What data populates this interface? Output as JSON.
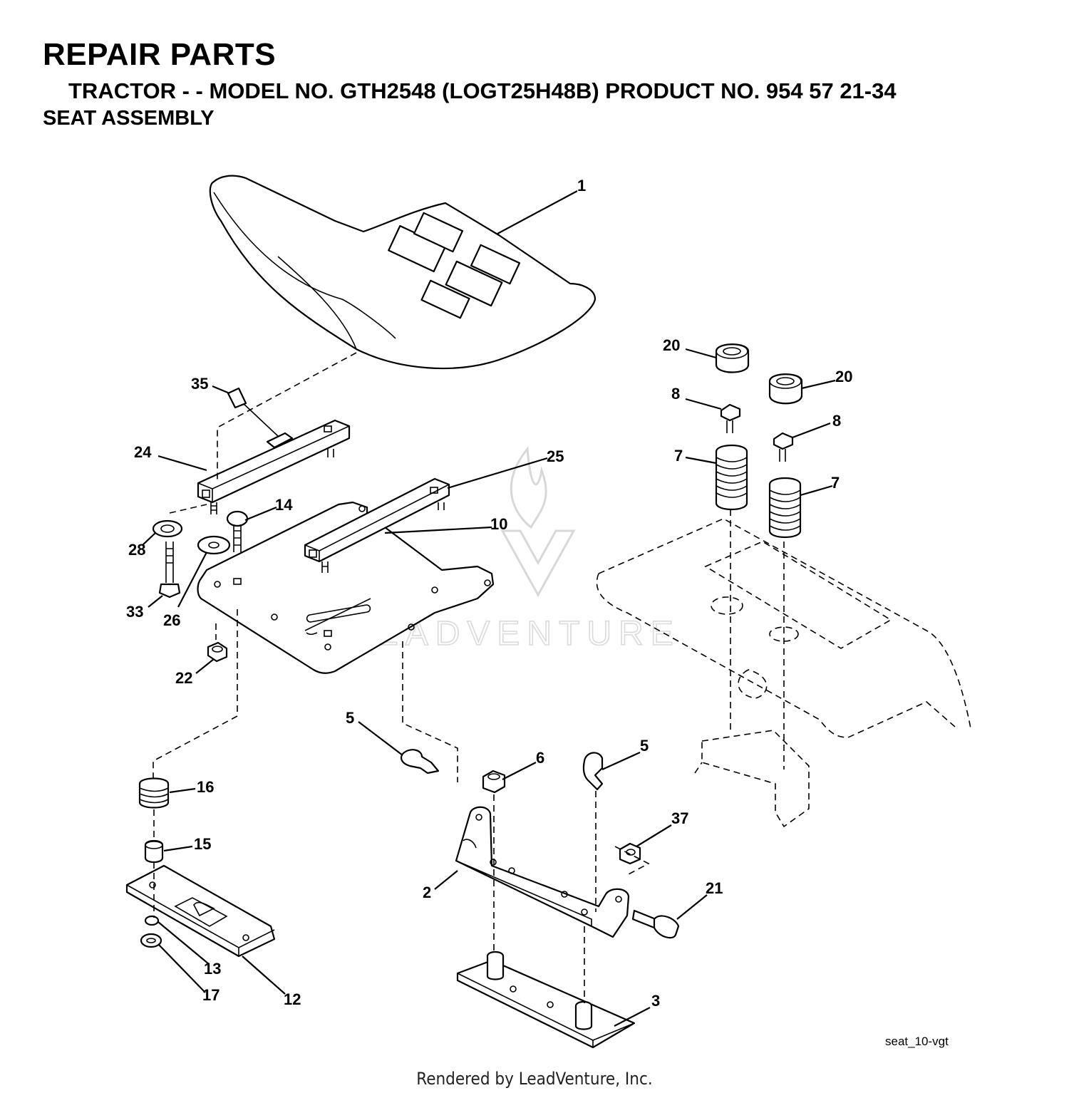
{
  "header": {
    "title": "REPAIR PARTS",
    "subtitle": "TRACTOR - - MODEL NO. GTH2548 (LOGT25H48B) PRODUCT NO. 954 57 21-34",
    "section": "SEAT ASSEMBLY"
  },
  "diagram_code": "seat_10-vgt",
  "footer": "Rendered by LeadVenture, Inc.",
  "watermark": "LEADVENTURE",
  "callouts": [
    "1",
    "20",
    "20",
    "8",
    "8",
    "7",
    "7",
    "35",
    "24",
    "25",
    "14",
    "10",
    "28",
    "33",
    "26",
    "22",
    "5",
    "5",
    "6",
    "16",
    "15",
    "37",
    "21",
    "2",
    "13",
    "17",
    "12",
    "3"
  ]
}
